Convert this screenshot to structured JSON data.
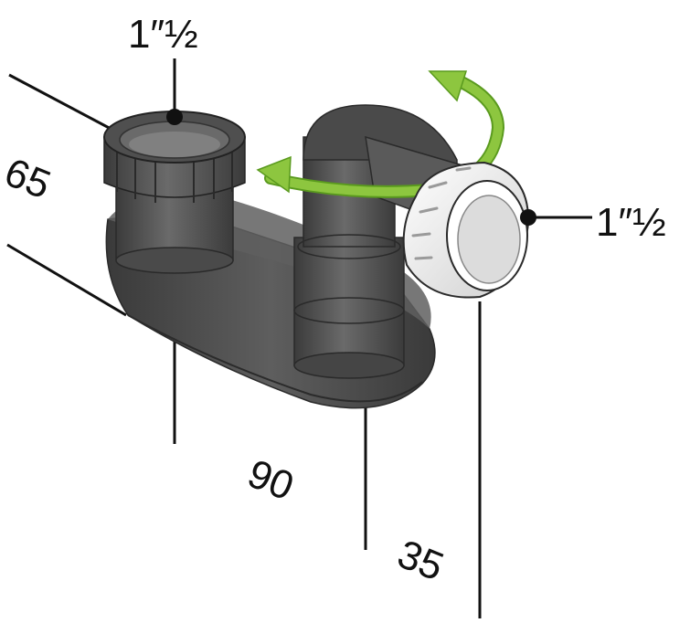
{
  "labels": {
    "top_connection": "1″½",
    "side_connection": "1″½",
    "depth": "65",
    "width": "90",
    "height_offset": "35"
  },
  "colors": {
    "body_dark": "#3c3c3c",
    "body_mid": "#555555",
    "body_light": "#6e6e6e",
    "nut_white": "#f2f2f2",
    "nut_grey": "#cfcfcf",
    "arrow_green": "#8dc63f",
    "arrow_dark": "#5a9a1e",
    "line": "#111111"
  },
  "icons": {
    "rotation": "rotate-arrow-icon"
  }
}
